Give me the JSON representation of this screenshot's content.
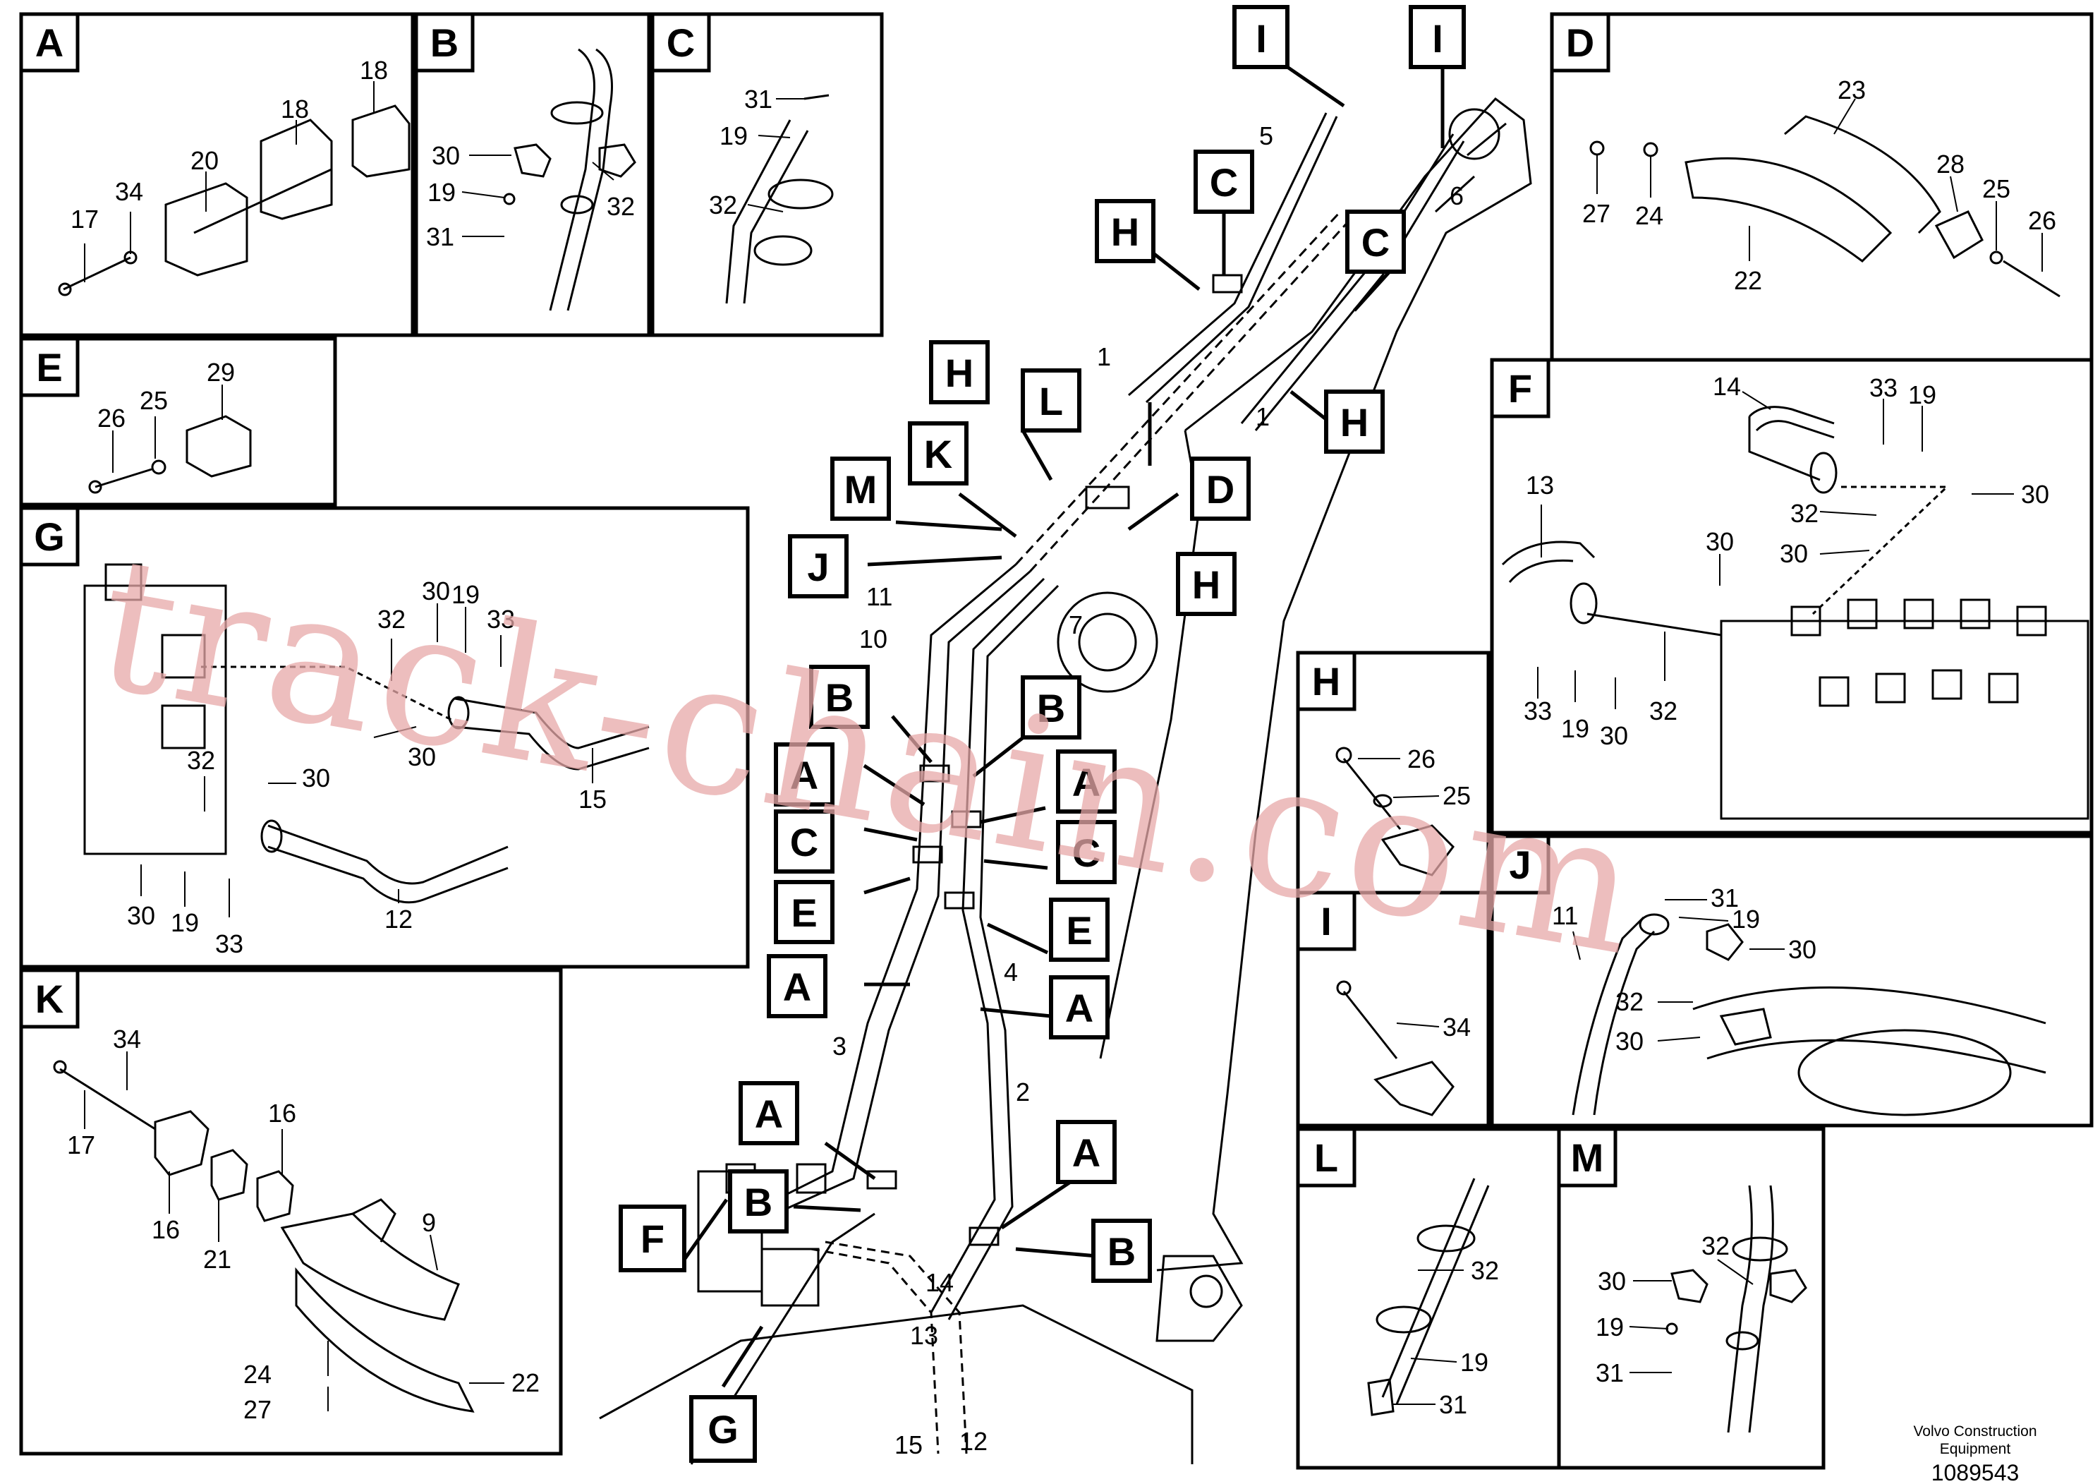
{
  "panels": [
    {
      "letter": "A",
      "labels": [
        "18",
        "18",
        "20",
        "34",
        "17"
      ]
    },
    {
      "letter": "B",
      "labels": [
        "30",
        "19",
        "31",
        "32"
      ]
    },
    {
      "letter": "C",
      "labels": [
        "31",
        "19",
        "32"
      ]
    },
    {
      "letter": "D",
      "labels": [
        "23",
        "28",
        "25",
        "26",
        "27",
        "24",
        "22"
      ]
    },
    {
      "letter": "E",
      "labels": [
        "29",
        "26",
        "25"
      ]
    },
    {
      "letter": "F",
      "labels": [
        "14",
        "33",
        "19",
        "30",
        "13",
        "32",
        "30",
        "30",
        "33",
        "19",
        "30",
        "32"
      ]
    },
    {
      "letter": "G",
      "labels": [
        "30",
        "19",
        "33",
        "32",
        "32",
        "30",
        "30",
        "15",
        "30",
        "19",
        "33",
        "12"
      ]
    },
    {
      "letter": "H",
      "labels": [
        "26",
        "25"
      ]
    },
    {
      "letter": "I",
      "labels": [
        "34"
      ]
    },
    {
      "letter": "J",
      "labels": [
        "31",
        "19",
        "30",
        "11",
        "32",
        "30"
      ]
    },
    {
      "letter": "K",
      "labels": [
        "34",
        "17",
        "16",
        "16",
        "21",
        "9",
        "24",
        "27",
        "22"
      ]
    },
    {
      "letter": "L",
      "labels": [
        "32",
        "19",
        "31"
      ]
    },
    {
      "letter": "M",
      "labels": [
        "32",
        "30",
        "19",
        "31"
      ]
    }
  ],
  "main_callouts": {
    "letters": [
      "I",
      "I",
      "C",
      "C",
      "H",
      "H",
      "H",
      "D",
      "H",
      "L",
      "K",
      "M",
      "J",
      "B",
      "B",
      "A",
      "A",
      "C",
      "C",
      "E",
      "E",
      "A",
      "A",
      "A",
      "A",
      "B",
      "B",
      "F",
      "G"
    ],
    "numbers": [
      "5",
      "6",
      "1",
      "1",
      "11",
      "10",
      "7",
      "4",
      "3",
      "2",
      "14",
      "13",
      "15",
      "12"
    ]
  },
  "watermark": "track-chain.com",
  "footer": {
    "company_line1": "Volvo Construction",
    "company_line2": "Equipment",
    "doc_number": "1089543"
  }
}
